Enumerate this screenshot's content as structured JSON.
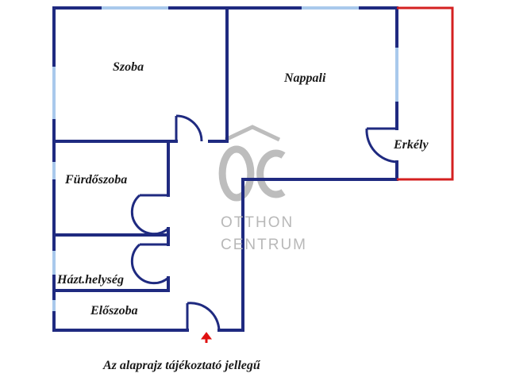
{
  "rooms": {
    "szoba": "Szoba",
    "nappali": "Nappali",
    "erkely": "Erkély",
    "furdoszoba": "Fürdőszoba",
    "haztartasi": "Házt.helység",
    "eloszoba": "Előszoba"
  },
  "caption": "Az alaprajz tájékoztató jellegű",
  "watermark": {
    "logo_letters": "OC",
    "line1": "OTTHON",
    "line2": "CENTRUM"
  },
  "colors": {
    "wall": "#1f2a80",
    "window": "#a9c9ec",
    "balcony": "#d42020",
    "entry_arrow": "#e01010",
    "watermark": "#bdbdbd"
  }
}
